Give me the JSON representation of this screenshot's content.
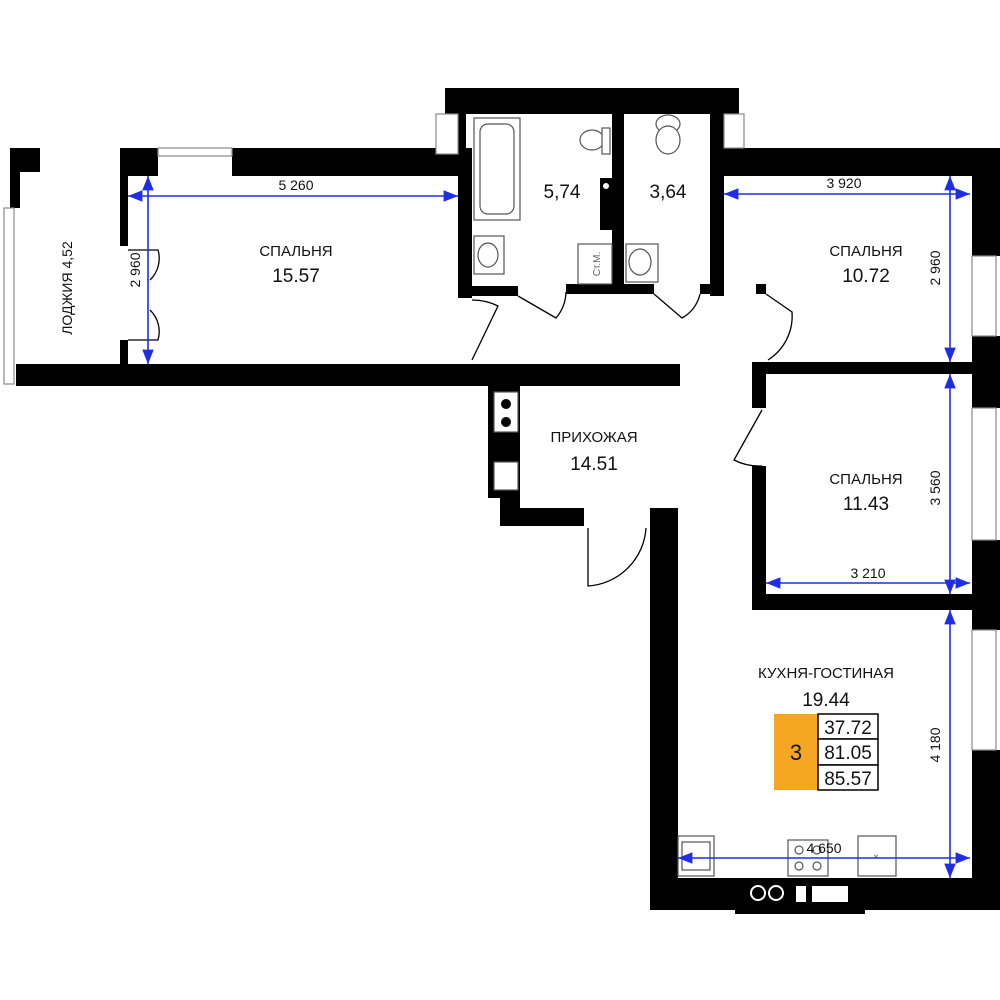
{
  "rooms": {
    "bedroom1": {
      "name": "СПАЛЬНЯ",
      "area": "15.57"
    },
    "bath": {
      "area": "5,74"
    },
    "wc": {
      "area": "3,64"
    },
    "bedroom2": {
      "name": "СПАЛЬНЯ",
      "area": "10.72"
    },
    "hall": {
      "name": "ПРИХОЖАЯ",
      "area": "14.51"
    },
    "bedroom3": {
      "name": "СПАЛЬНЯ",
      "area": "11.43"
    },
    "kitchen": {
      "name": "КУХНЯ-ГОСТИНАЯ",
      "area": "19.44"
    },
    "loggia": {
      "label": "ЛОДЖИЯ 4,52"
    }
  },
  "dimensions": {
    "bedroom1_width": "5 260",
    "bedroom1_height": "2 960",
    "bedroom2_width": "3 920",
    "bedroom2_height": "2 960",
    "bedroom3_height": "3 560",
    "bedroom3_width": "3 210",
    "kitchen_height": "4 180",
    "kitchen_width": "4 650"
  },
  "fixture_labels": {
    "riser": "Ст.М."
  },
  "summary": {
    "rooms_count": "3",
    "living_area": "37.72",
    "total_area": "81.05",
    "total_with_loggia": "85.57"
  },
  "colors": {
    "walls": "#000000",
    "dimension_lines": "#1f2de8",
    "rooms_badge": "#f5a623"
  }
}
